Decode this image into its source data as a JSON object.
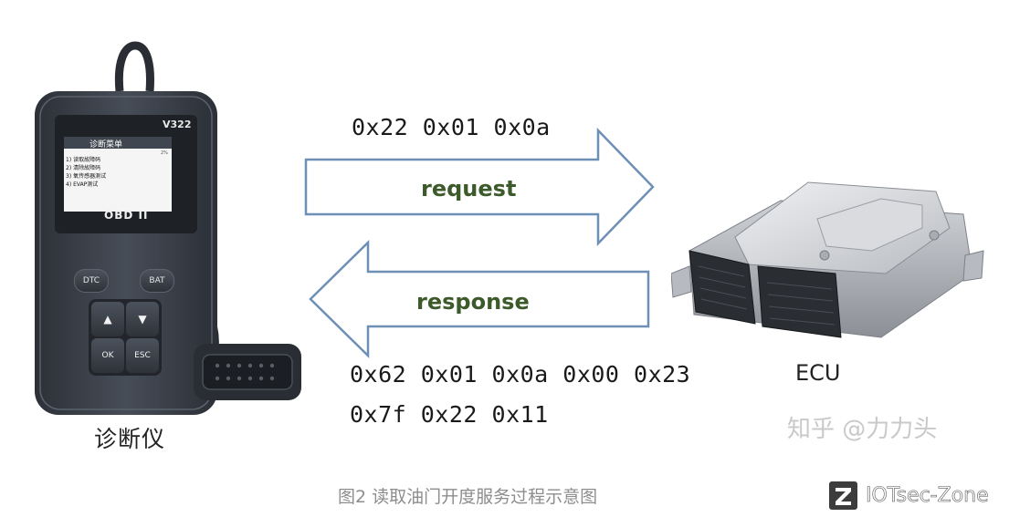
{
  "device": {
    "model": "V322",
    "screen_title": "诊断菜单",
    "screen_percent": "2%",
    "menu_items": [
      "1) 读取故障码",
      "2) 清除故障码",
      "3) 氧传感器测试",
      "4) EVAP测试"
    ],
    "brand": "OBD II",
    "buttons": {
      "dtc": "DTC",
      "bat": "BAT",
      "up": "▲",
      "down": "▼",
      "ok": "OK",
      "esc": "ESC"
    },
    "caption": "诊断仪"
  },
  "request": {
    "hex": "0x22 0x01 0x0a",
    "label": "request"
  },
  "response": {
    "label": "response",
    "hex_line_1": "0x62 0x01 0x0a 0x00 0x23",
    "hex_line_2": "0x7f 0x22 0x11"
  },
  "ecu": {
    "label": "ECU"
  },
  "watermark": "知乎 @力力头",
  "figure_caption": "图2 读取油门开度服务过程示意图",
  "brand": {
    "name": "IOTsec-Zone",
    "logo_icon": "zone-logo-icon"
  },
  "colors": {
    "arrow_stroke": "#6e8fb6",
    "arrow_label": "#3c5a2a",
    "device_body": "#3a3f47"
  }
}
